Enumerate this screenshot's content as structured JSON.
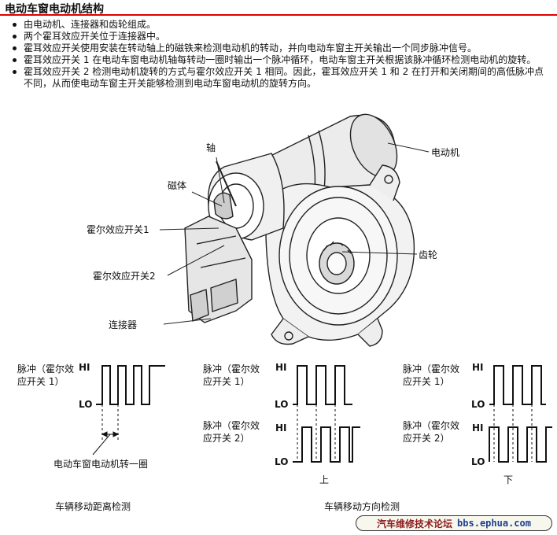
{
  "title": "电动车窗电动机结构",
  "colors": {
    "title_underline": "#e00000",
    "ink": "#111111",
    "badge_text": "#8b1c1c",
    "badge_url": "#1e3f8c"
  },
  "bullets": [
    "由电动机、连接器和齿轮组成。",
    "两个霍耳效应开关位于连接器中。",
    "霍耳效应开关使用安装在转动轴上的磁铁来检测电动机的转动，并向电动车窗主开关输出一个同步脉冲信号。",
    "霍耳效应开关 1 在电动车窗电动机轴每转动一圈时输出一个脉冲循环，电动车窗主开关根据该脉冲循环检测电动机的旋转。",
    "霍耳效应开关 2 检测电动机旋转的方式与霍尔效应开关 1 相同。因此，霍耳效应开关 1 和 2 在打开和关闭期间的高低脉冲点不同，从而使电动车窗主开关能够检测到电动车窗电动机的旋转方向。"
  ],
  "motor_labels": {
    "shaft": "轴",
    "magnet": "磁体",
    "motor": "电动机",
    "hall1": "霍尔效应开关1",
    "hall2": "霍尔效应开关2",
    "gear": "齿轮",
    "connector": "连接器"
  },
  "waveforms": {
    "hi": "HI",
    "lo": "LO",
    "pulse1_line1": "脉冲（霍尔效",
    "pulse1_line2": "应开关 1）",
    "pulse2_line1": "脉冲（霍尔效",
    "pulse2_line2": "应开关 2）",
    "one_rev": "电动车窗电动机转一圈",
    "up": "上",
    "down": "下",
    "distance_caption": "车辆移动距离检测",
    "direction_caption": "车辆移动方向检测"
  },
  "footer": {
    "site_name": "汽车维修技术论坛",
    "url": "bbs.ephua.com"
  }
}
